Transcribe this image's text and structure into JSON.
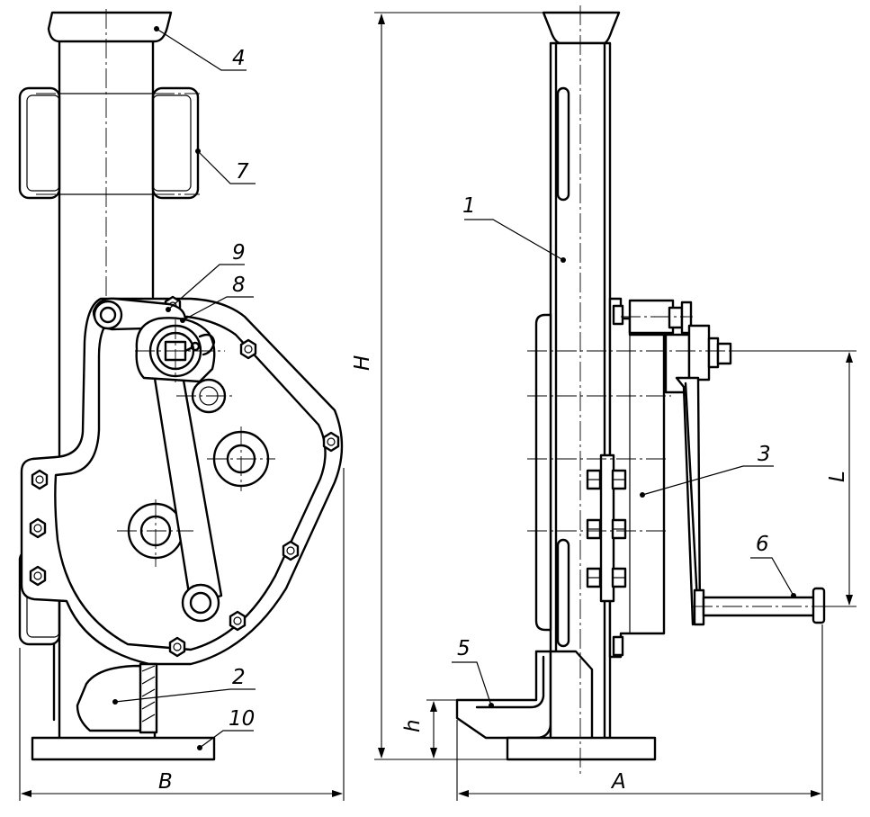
{
  "callouts": {
    "c1": "1",
    "c2": "2",
    "c3": "3",
    "c4": "4",
    "c5": "5",
    "c6": "6",
    "c7": "7",
    "c8": "8",
    "c9": "9",
    "c10": "10"
  },
  "dimensions": {
    "H": "H",
    "L": "L",
    "h": "h",
    "A": "A",
    "B": "B"
  }
}
